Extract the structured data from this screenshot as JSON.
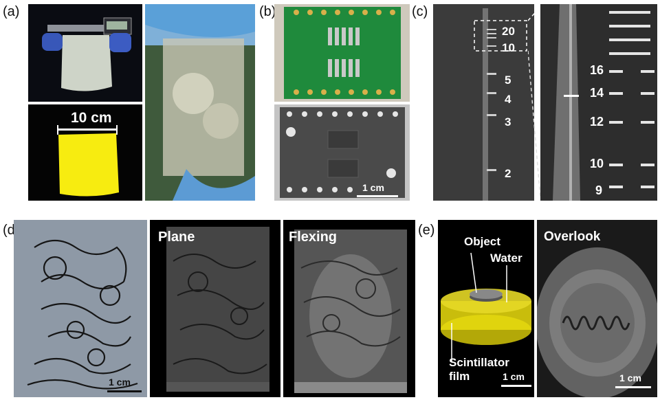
{
  "panels": {
    "a": {
      "label": "(a)",
      "dimension": "10 cm"
    },
    "b": {
      "label": "(b)",
      "scale": "1 cm"
    },
    "c": {
      "label": "(c)",
      "left_ticks": [
        "20",
        "10",
        "5",
        "4",
        "3",
        "2"
      ],
      "right_ticks": [
        "16",
        "14",
        "12",
        "10",
        "9"
      ]
    },
    "d": {
      "label": "(d)",
      "scale": "1 cm",
      "plane": "Plane",
      "flexing": "Flexing"
    },
    "e": {
      "label": "(e)",
      "object": "Object",
      "water": "Water",
      "scintillator_line1": "Scintillator",
      "scintillator_line2": "film",
      "scale_left": "1 cm",
      "overlook": "Overlook",
      "scale_right": "1 cm"
    }
  },
  "colors": {
    "scintillator_yellow": "#f7ec10",
    "pcb_green": "#1f8a3c",
    "glove_blue": "#5aa0d8"
  }
}
